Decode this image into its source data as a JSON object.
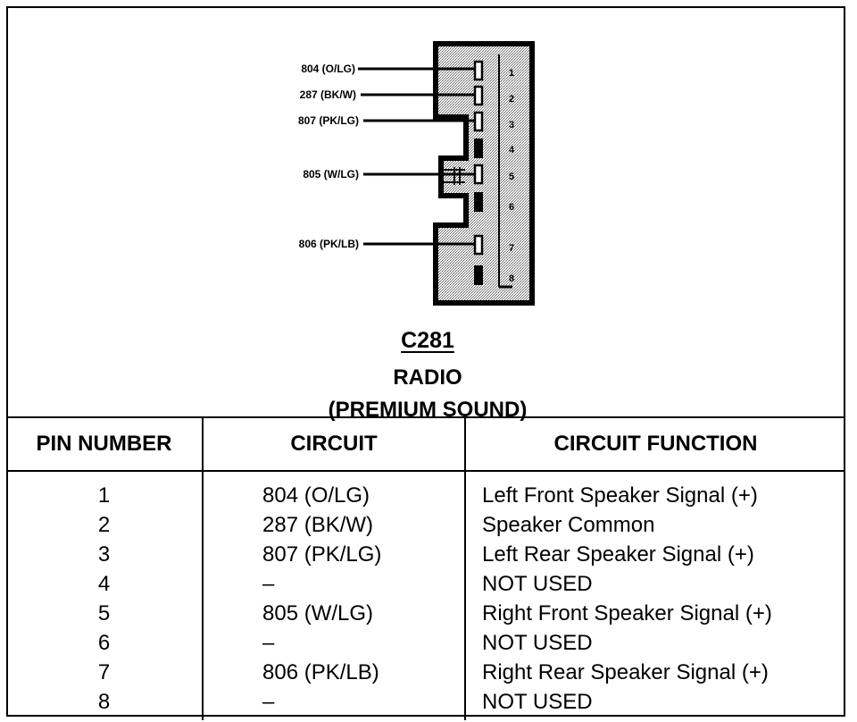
{
  "connector": {
    "id": "C281",
    "name": "RADIO",
    "subtitle": "(PREMIUM SOUND)",
    "pin_numbers": [
      "1",
      "2",
      "3",
      "4",
      "5",
      "6",
      "7",
      "8"
    ],
    "wire_labels": [
      {
        "pin": "1",
        "text": "804 (O/LG)"
      },
      {
        "pin": "2",
        "text": "287 (BK/W)"
      },
      {
        "pin": "3",
        "text": "807 (PK/LG)"
      },
      {
        "pin": "5",
        "text": "805 (W/LG)"
      },
      {
        "pin": "7",
        "text": "806 (PK/LB)"
      }
    ]
  },
  "table": {
    "headers": {
      "pin": "PIN NUMBER",
      "circuit": "CIRCUIT",
      "function": "CIRCUIT FUNCTION"
    },
    "rows": [
      {
        "pin": "1",
        "circuit": "804 (O/LG)",
        "function": "Left Front Speaker Signal (+)"
      },
      {
        "pin": "2",
        "circuit": "287 (BK/W)",
        "function": "Speaker Common"
      },
      {
        "pin": "3",
        "circuit": "807 (PK/LG)",
        "function": "Left Rear Speaker Signal (+)"
      },
      {
        "pin": "4",
        "circuit": "–",
        "function": "NOT USED"
      },
      {
        "pin": "5",
        "circuit": "805 (W/LG)",
        "function": "Right Front Speaker Signal (+)"
      },
      {
        "pin": "6",
        "circuit": "–",
        "function": "NOT USED"
      },
      {
        "pin": "7",
        "circuit": "806 (PK/LB)",
        "function": "Right Rear Speaker Signal (+)"
      },
      {
        "pin": "8",
        "circuit": "–",
        "function": "NOT USED"
      }
    ]
  }
}
